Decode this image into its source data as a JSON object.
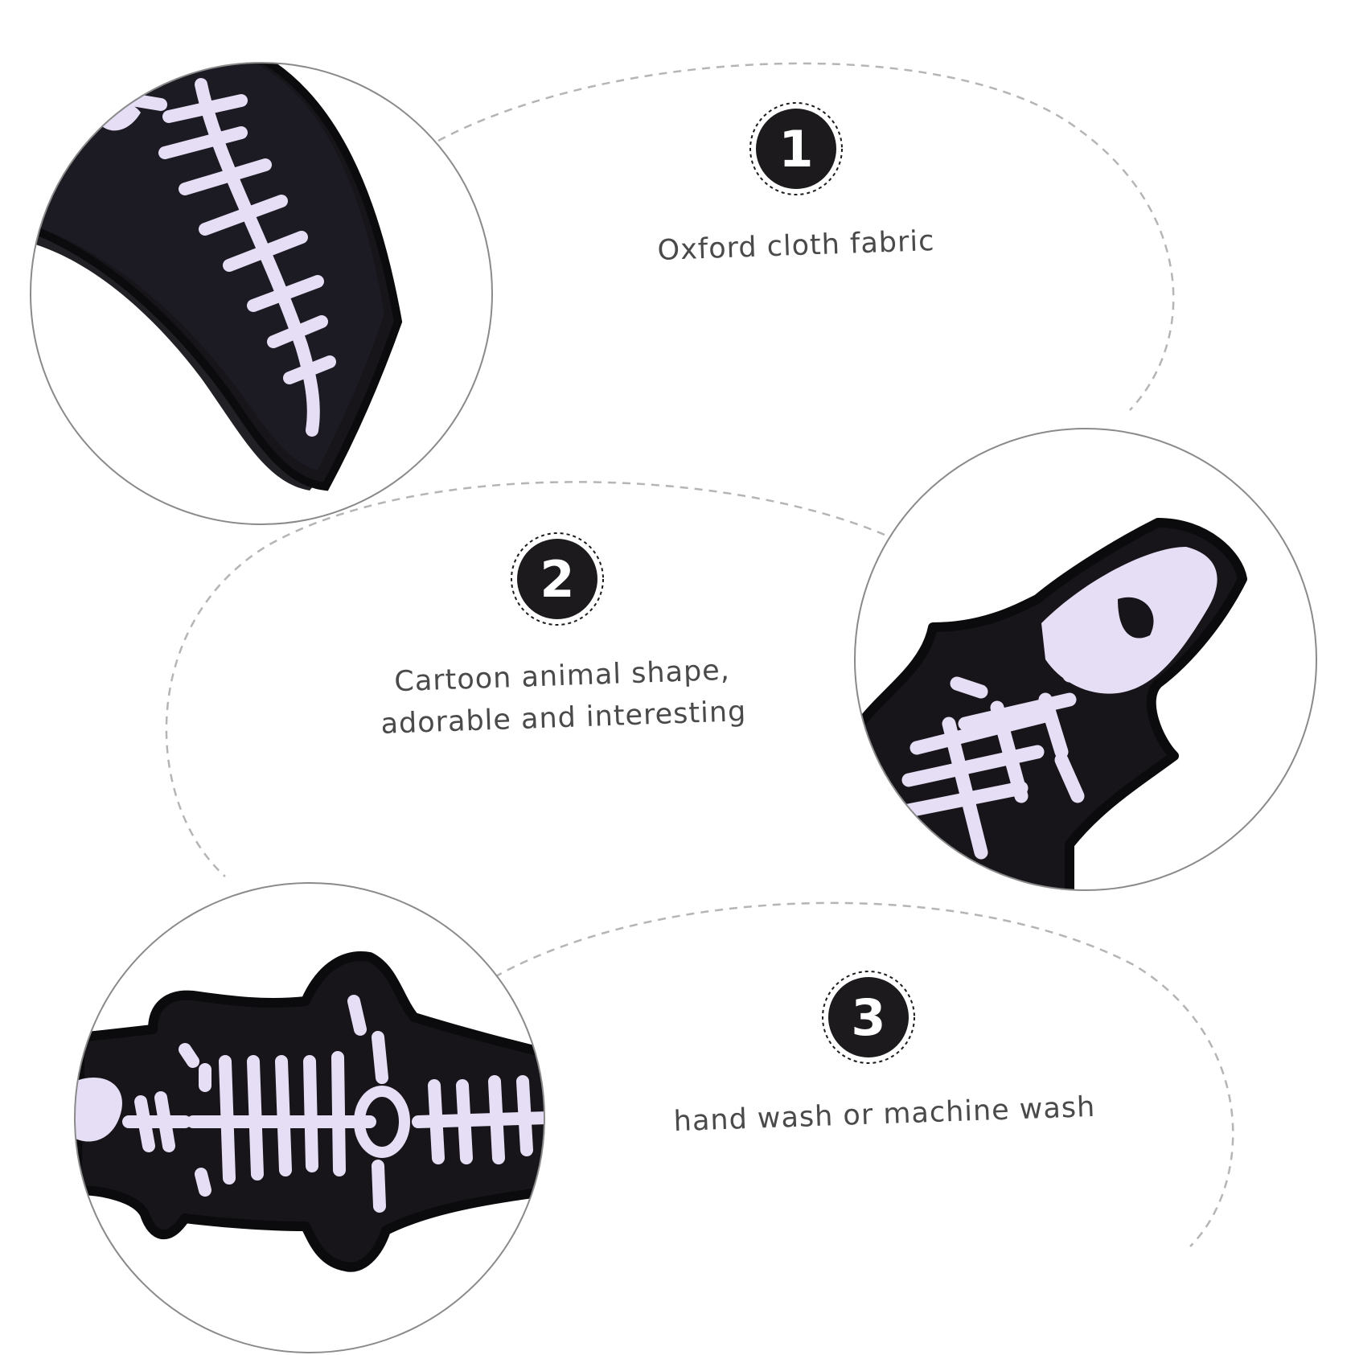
{
  "features": [
    {
      "number": "1",
      "text": "Oxford cloth fabric"
    },
    {
      "number": "2",
      "text": "Cartoon animal shape, adorable and interesting"
    },
    {
      "number": "3",
      "text": "hand wash or machine wash"
    }
  ],
  "colors": {
    "badge_fill": "#1c1a1d",
    "fabric_black": "#17151a",
    "bone_lavender": "#e6def5",
    "circle_border": "#8a8a8a",
    "dashed_line": "#b5b5b5",
    "text": "#4a4a4a"
  },
  "icons": [
    "number-badge-icon",
    "skeleton-print-icon"
  ]
}
